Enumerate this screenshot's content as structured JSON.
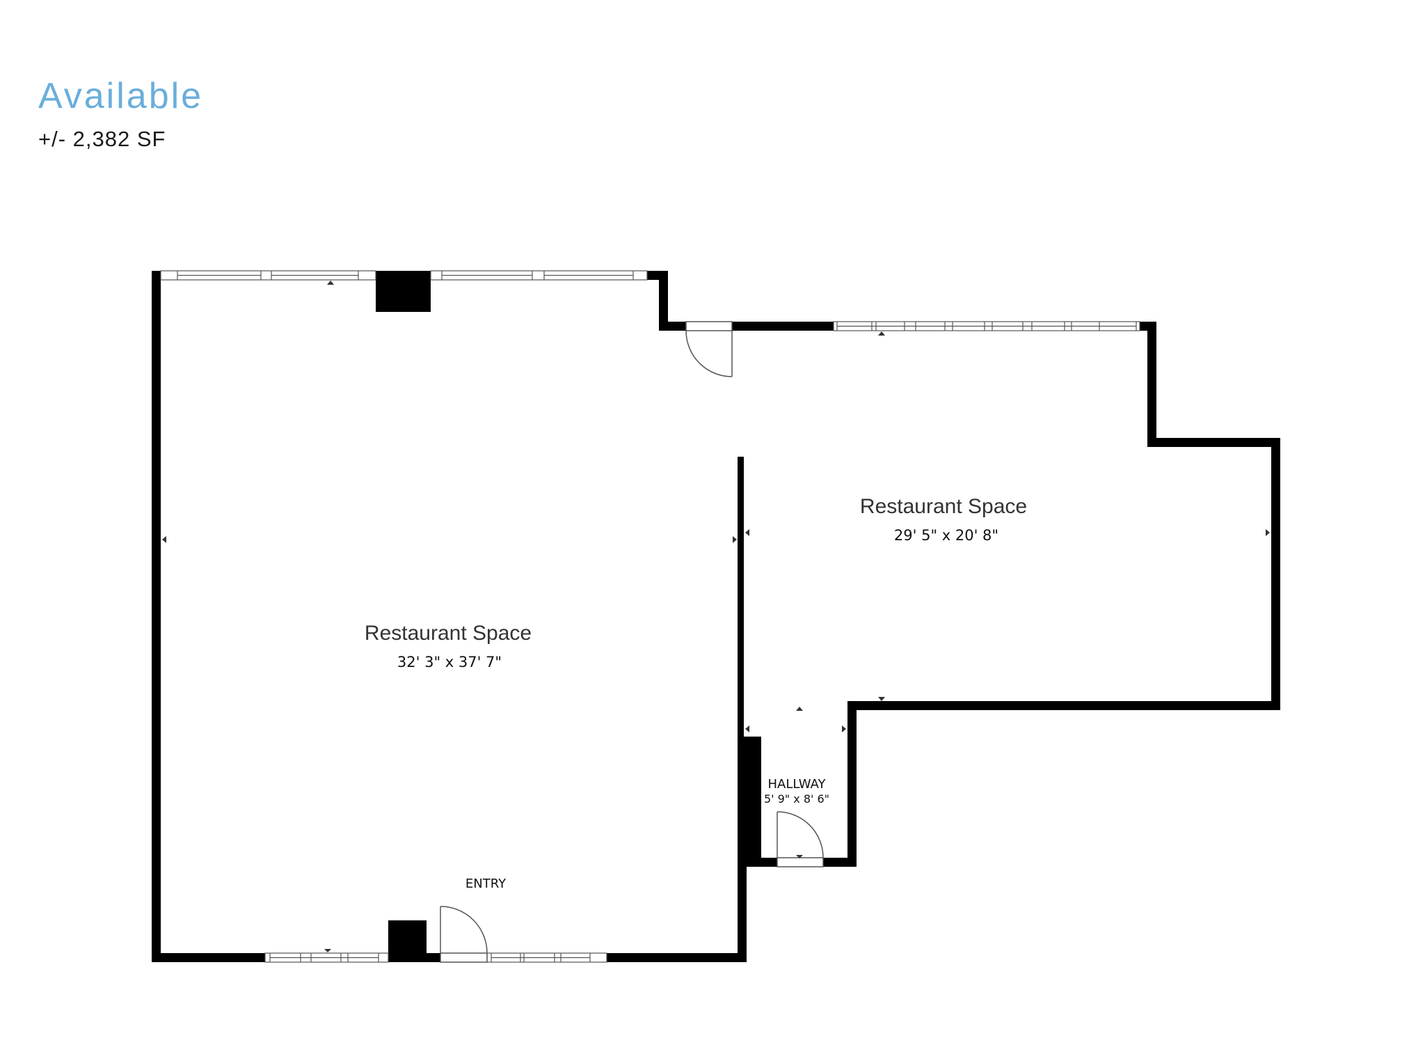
{
  "header": {
    "title": "Available",
    "area": "+/- 2,382 SF"
  },
  "colors": {
    "title": "#6aaedb",
    "wall": "#000000",
    "background": "#ffffff"
  },
  "rooms": [
    {
      "name": "Restaurant Space",
      "dimensions": "32' 3\" x 37' 7\""
    },
    {
      "name": "Restaurant Space",
      "dimensions": "29' 5\" x 20' 8\""
    },
    {
      "name": "HALLWAY",
      "dimensions": "5' 9\" x 8' 6\""
    }
  ],
  "labels": {
    "entry": "ENTRY"
  }
}
